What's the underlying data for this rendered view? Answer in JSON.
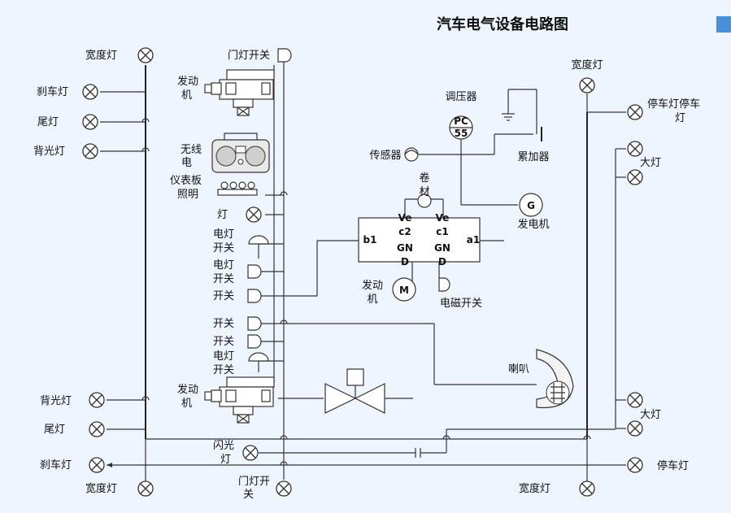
{
  "title": "汽车电气设备电路图",
  "accent_color": "#4a90d9",
  "left_labels": {
    "wide_light_top": "宽度灯",
    "brake_light_top": "刹车灯",
    "tail_light_top": "尾灯",
    "back_light_top": "背光灯",
    "back_light_bottom": "背光灯",
    "tail_light_bottom": "尾灯",
    "brake_light_bottom": "刹车灯",
    "wide_light_bottom": "宽度灯"
  },
  "center_left_labels": {
    "door_switch_top": "门灯开关",
    "engine_top_1": "发动",
    "engine_top_2": "机",
    "radio_1": "无线",
    "radio_2": "电",
    "instrument_1": "仪表板",
    "instrument_2": "照明",
    "light": "灯",
    "switch_1a": "电灯",
    "switch_1b": "开关",
    "switch_2a": "电灯",
    "switch_2b": "开关",
    "switch_3": "开关",
    "switch_4": "开关",
    "switch_5": "开关",
    "switch_6a": "电灯",
    "switch_6b": "开关",
    "engine_bottom_1": "发动",
    "engine_bottom_2": "机",
    "flash_1": "闪光",
    "flash_2": "灯",
    "door_switch_bottom_1": "门灯开",
    "door_switch_bottom_2": "关"
  },
  "center_labels": {
    "regulator": "调压器",
    "sensor": "传感器",
    "accumulator": "累加器",
    "winding_1": "卷",
    "winding_2": "材",
    "generator": "发电机",
    "motor_1": "发动",
    "motor_2": "机",
    "motor_symbol": "M",
    "gen_symbol": "G",
    "pc_top": "PC",
    "pc_bottom": "55",
    "solenoid": "电磁开关",
    "horn": "喇叭"
  },
  "module": {
    "ve_left": "Ve",
    "ve_right": "Ve",
    "c2": "c2",
    "c1": "c1",
    "gn_left": "GN",
    "gn_right": "GN",
    "d_left": "D",
    "d_right": "D",
    "b1": "b1",
    "a1": "a1"
  },
  "right_labels": {
    "wide_light_top": "宽度灯",
    "parking_light_1": "停车灯停车",
    "parking_light_2": "灯",
    "headlight_top": "大灯",
    "headlight_bottom": "大灯",
    "parking_light_bottom": "停车灯",
    "wide_light_bottom": "宽度灯"
  }
}
